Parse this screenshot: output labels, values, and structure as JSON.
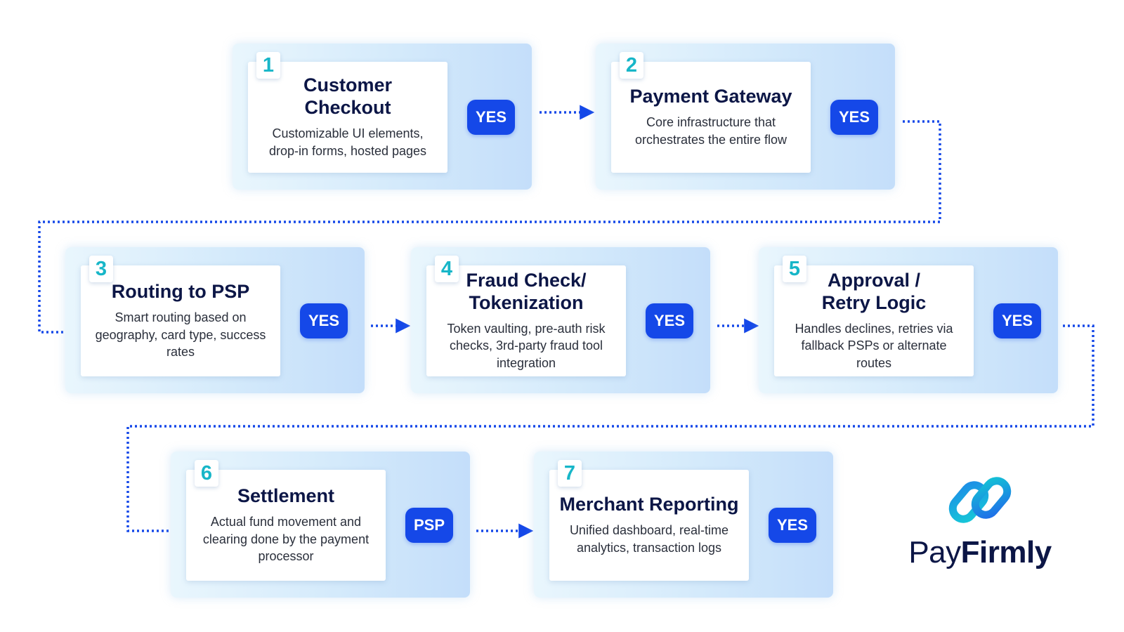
{
  "colors": {
    "accent": "#1548e8",
    "number": "#17b6c8",
    "title": "#0c1646",
    "connector": "#1548e8"
  },
  "steps": [
    {
      "number": "1",
      "title": "Customer Checkout",
      "description": "Customizable UI elements, drop-in forms, hosted pages",
      "badge": "YES"
    },
    {
      "number": "2",
      "title": "Payment Gateway",
      "description": "Core infrastructure that orchestrates the entire flow",
      "badge": "YES"
    },
    {
      "number": "3",
      "title": "Routing to PSP",
      "description": "Smart routing based on geography, card type, success rates",
      "badge": "YES"
    },
    {
      "number": "4",
      "title": "Fraud Check/\nTokenization",
      "description": "Token vaulting, pre-auth risk checks, 3rd-party fraud tool integration",
      "badge": "YES"
    },
    {
      "number": "5",
      "title": "Approval /\nRetry Logic",
      "description": "Handles declines, retries via fallback PSPs or alternate routes",
      "badge": "YES"
    },
    {
      "number": "6",
      "title": "Settlement",
      "description": "Actual fund movement and clearing done by the payment processor",
      "badge": "PSP"
    },
    {
      "number": "7",
      "title": "Merchant Reporting",
      "description": "Unified dashboard, real-time analytics, transaction logs",
      "badge": "YES"
    }
  ],
  "brand": {
    "name_light": "Pay",
    "name_bold": "Firmly",
    "icon": "chain-link-logo-icon"
  }
}
